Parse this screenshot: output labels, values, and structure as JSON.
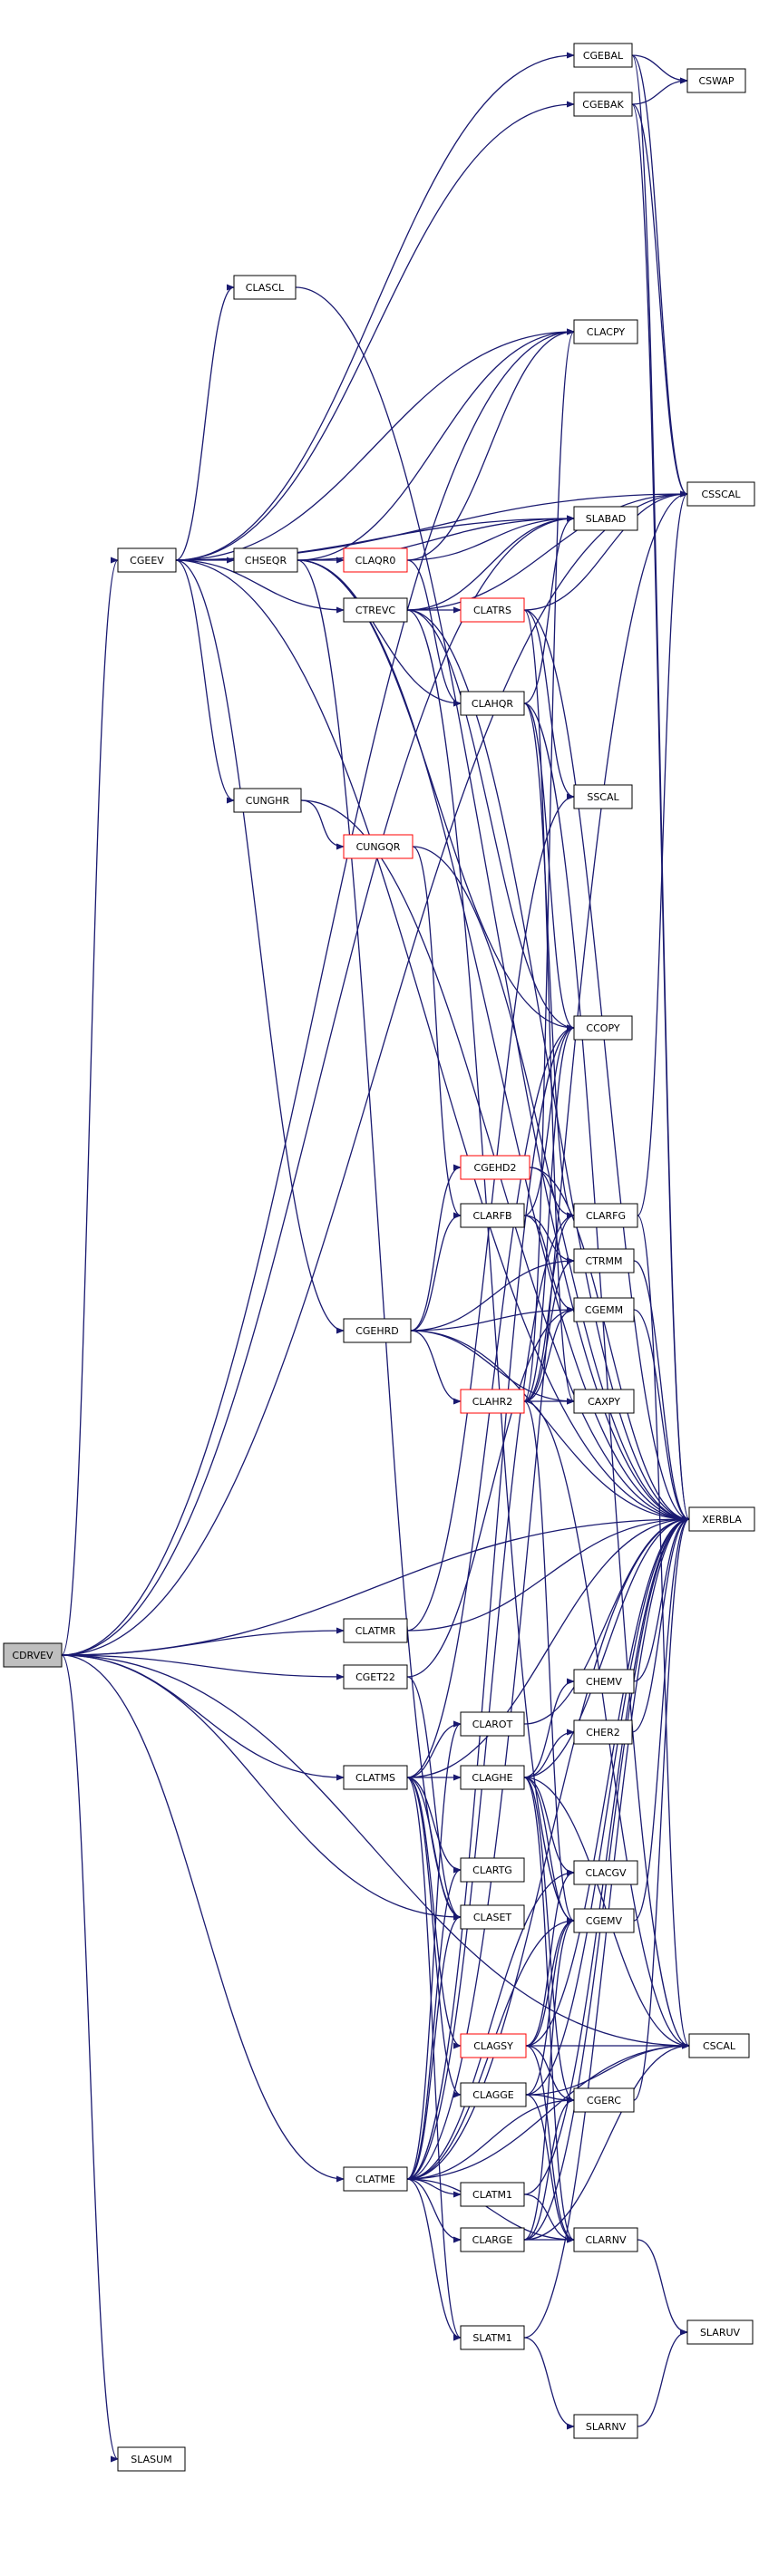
{
  "graph": {
    "root": "CDRVEV",
    "nodes": [
      {
        "id": "CDRVEV",
        "label": "CDRVEV",
        "style": "root"
      },
      {
        "id": "CGEEV",
        "label": "CGEEV"
      },
      {
        "id": "CGEBAL",
        "label": "CGEBAL"
      },
      {
        "id": "CSWAP",
        "label": "CSWAP"
      },
      {
        "id": "CGEBAK",
        "label": "CGEBAK"
      },
      {
        "id": "CLASCL",
        "label": "CLASCL"
      },
      {
        "id": "CLACPY",
        "label": "CLACPY"
      },
      {
        "id": "CSSCAL",
        "label": "CSSCAL"
      },
      {
        "id": "CHSEQR",
        "label": "CHSEQR"
      },
      {
        "id": "CLAQR0",
        "label": "CLAQR0",
        "style": "red"
      },
      {
        "id": "SLABAD",
        "label": "SLABAD"
      },
      {
        "id": "CTREVC",
        "label": "CTREVC"
      },
      {
        "id": "CLATRS",
        "label": "CLATRS",
        "style": "red"
      },
      {
        "id": "CLAHQR",
        "label": "CLAHQR"
      },
      {
        "id": "SSCAL",
        "label": "SSCAL"
      },
      {
        "id": "CUNGHR",
        "label": "CUNGHR"
      },
      {
        "id": "CUNGQR",
        "label": "CUNGQR",
        "style": "red"
      },
      {
        "id": "CCOPY",
        "label": "CCOPY"
      },
      {
        "id": "CGEHD2",
        "label": "CGEHD2",
        "style": "red"
      },
      {
        "id": "CLARFG",
        "label": "CLARFG"
      },
      {
        "id": "CLARFB",
        "label": "CLARFB"
      },
      {
        "id": "CTRMM",
        "label": "CTRMM"
      },
      {
        "id": "CGEHRD",
        "label": "CGEHRD"
      },
      {
        "id": "CGEMM",
        "label": "CGEMM"
      },
      {
        "id": "CLAHR2",
        "label": "CLAHR2",
        "style": "red"
      },
      {
        "id": "CAXPY",
        "label": "CAXPY"
      },
      {
        "id": "XERBLA",
        "label": "XERBLA"
      },
      {
        "id": "CLATMR",
        "label": "CLATMR"
      },
      {
        "id": "CGET22",
        "label": "CGET22"
      },
      {
        "id": "CHEMV",
        "label": "CHEMV"
      },
      {
        "id": "CLAROT",
        "label": "CLAROT"
      },
      {
        "id": "CHER2",
        "label": "CHER2"
      },
      {
        "id": "CLATMS",
        "label": "CLATMS"
      },
      {
        "id": "CLAGHE",
        "label": "CLAGHE"
      },
      {
        "id": "CLARTG",
        "label": "CLARTG"
      },
      {
        "id": "CLACGV",
        "label": "CLACGV"
      },
      {
        "id": "CLASET",
        "label": "CLASET"
      },
      {
        "id": "CGEMV",
        "label": "CGEMV"
      },
      {
        "id": "CLAGSY",
        "label": "CLAGSY",
        "style": "red"
      },
      {
        "id": "CSCAL",
        "label": "CSCAL"
      },
      {
        "id": "CLAGGE",
        "label": "CLAGGE"
      },
      {
        "id": "CGERC",
        "label": "CGERC"
      },
      {
        "id": "CLATME",
        "label": "CLATME"
      },
      {
        "id": "CLATM1",
        "label": "CLATM1"
      },
      {
        "id": "CLARGE",
        "label": "CLARGE"
      },
      {
        "id": "CLARNV",
        "label": "CLARNV"
      },
      {
        "id": "SLARUV",
        "label": "SLARUV"
      },
      {
        "id": "SLATM1",
        "label": "SLATM1"
      },
      {
        "id": "SLARNV",
        "label": "SLARNV"
      },
      {
        "id": "SLASUM",
        "label": "SLASUM"
      }
    ],
    "edges": [
      [
        "CDRVEV",
        "CGEEV"
      ],
      [
        "CDRVEV",
        "XERBLA"
      ],
      [
        "CDRVEV",
        "CLATMR"
      ],
      [
        "CDRVEV",
        "CGET22"
      ],
      [
        "CDRVEV",
        "CLATMS"
      ],
      [
        "CDRVEV",
        "CLASET"
      ],
      [
        "CDRVEV",
        "CLATME"
      ],
      [
        "CDRVEV",
        "SLASUM"
      ],
      [
        "CDRVEV",
        "CLACPY"
      ],
      [
        "CDRVEV",
        "SLABAD"
      ],
      [
        "CDRVEV",
        "CSSCAL"
      ],
      [
        "CDRVEV",
        "CSCAL"
      ],
      [
        "CGEEV",
        "CGEBAL"
      ],
      [
        "CGEEV",
        "CGEBAK"
      ],
      [
        "CGEEV",
        "CLASCL"
      ],
      [
        "CGEEV",
        "CLACPY"
      ],
      [
        "CGEEV",
        "CSSCAL"
      ],
      [
        "CGEEV",
        "SLABAD"
      ],
      [
        "CGEEV",
        "CHSEQR"
      ],
      [
        "CGEEV",
        "CTREVC"
      ],
      [
        "CGEEV",
        "CUNGHR"
      ],
      [
        "CGEEV",
        "CGEHRD"
      ],
      [
        "CGEEV",
        "XERBLA"
      ],
      [
        "CGEBAL",
        "CSWAP"
      ],
      [
        "CGEBAL",
        "CSSCAL"
      ],
      [
        "CGEBAL",
        "XERBLA"
      ],
      [
        "CGEBAK",
        "CSWAP"
      ],
      [
        "CGEBAK",
        "CSSCAL"
      ],
      [
        "CGEBAK",
        "XERBLA"
      ],
      [
        "CLASCL",
        "XERBLA"
      ],
      [
        "CHSEQR",
        "CLAQR0"
      ],
      [
        "CHSEQR",
        "CLACPY"
      ],
      [
        "CHSEQR",
        "CLAHQR"
      ],
      [
        "CHSEQR",
        "CCOPY"
      ],
      [
        "CHSEQR",
        "CLASET"
      ],
      [
        "CHSEQR",
        "XERBLA"
      ],
      [
        "CHSEQR",
        "SLABAD"
      ],
      [
        "CLAQR0",
        "CLACPY"
      ],
      [
        "CLAQR0",
        "CLAHQR"
      ],
      [
        "CLAQR0",
        "SLABAD"
      ],
      [
        "CTREVC",
        "CLATRS"
      ],
      [
        "CTREVC",
        "CCOPY"
      ],
      [
        "CTREVC",
        "CSSCAL"
      ],
      [
        "CTREVC",
        "SLABAD"
      ],
      [
        "CTREVC",
        "CGEMV"
      ],
      [
        "CTREVC",
        "XERBLA"
      ],
      [
        "CLATRS",
        "CSSCAL"
      ],
      [
        "CLATRS",
        "SSCAL"
      ],
      [
        "CLATRS",
        "CAXPY"
      ],
      [
        "CLATRS",
        "XERBLA"
      ],
      [
        "CLAHQR",
        "CLARFG"
      ],
      [
        "CLAHQR",
        "CCOPY"
      ],
      [
        "CLAHQR",
        "SLABAD"
      ],
      [
        "CLAHQR",
        "CSCAL"
      ],
      [
        "CUNGHR",
        "CUNGQR"
      ],
      [
        "CUNGHR",
        "XERBLA"
      ],
      [
        "CUNGQR",
        "CLARFB"
      ],
      [
        "CUNGQR",
        "XERBLA"
      ],
      [
        "CGEHRD",
        "CGEHD2"
      ],
      [
        "CGEHRD",
        "CLARFB"
      ],
      [
        "CGEHRD",
        "CLAHR2"
      ],
      [
        "CGEHRD",
        "CGEMM"
      ],
      [
        "CGEHRD",
        "CTRMM"
      ],
      [
        "CGEHRD",
        "CAXPY"
      ],
      [
        "CGEHRD",
        "XERBLA"
      ],
      [
        "CGEHD2",
        "CLARFG"
      ],
      [
        "CGEHD2",
        "XERBLA"
      ],
      [
        "CLARFB",
        "CTRMM"
      ],
      [
        "CLARFB",
        "CGEMM"
      ],
      [
        "CLARFB",
        "CCOPY"
      ],
      [
        "CLAHR2",
        "CLARFG"
      ],
      [
        "CLAHR2",
        "CGEMM"
      ],
      [
        "CLAHR2",
        "CTRMM"
      ],
      [
        "CLAHR2",
        "CAXPY"
      ],
      [
        "CLAHR2",
        "CCOPY"
      ],
      [
        "CLAHR2",
        "CGEMV"
      ],
      [
        "CLAHR2",
        "CSCAL"
      ],
      [
        "CLAHR2",
        "CLACPY"
      ],
      [
        "CLARFG",
        "CSSCAL"
      ],
      [
        "CLARFG",
        "CSCAL"
      ],
      [
        "CTRMM",
        "XERBLA"
      ],
      [
        "CGEMM",
        "XERBLA"
      ],
      [
        "CLATMR",
        "XERBLA"
      ],
      [
        "CLATMR",
        "SSCAL"
      ],
      [
        "CGET22",
        "CGEMM"
      ],
      [
        "CGET22",
        "CLASET"
      ],
      [
        "CHEMV",
        "XERBLA"
      ],
      [
        "CHER2",
        "XERBLA"
      ],
      [
        "CLAROT",
        "XERBLA"
      ],
      [
        "CLATMS",
        "CLAGHE"
      ],
      [
        "CLATMS",
        "CLAROT"
      ],
      [
        "CLATMS",
        "CLARTG"
      ],
      [
        "CLATMS",
        "CLASET"
      ],
      [
        "CLATMS",
        "CLAGSY"
      ],
      [
        "CLATMS",
        "CLAGGE"
      ],
      [
        "CLATMS",
        "SLATM1"
      ],
      [
        "CLATMS",
        "XERBLA"
      ],
      [
        "CLATMS",
        "CCOPY"
      ],
      [
        "CLAGHE",
        "CHEMV"
      ],
      [
        "CLAGHE",
        "CHER2"
      ],
      [
        "CLAGHE",
        "CLACGV"
      ],
      [
        "CLAGHE",
        "CGEMV"
      ],
      [
        "CLAGHE",
        "CGERC"
      ],
      [
        "CLAGHE",
        "CLARNV"
      ],
      [
        "CLAGHE",
        "CSCAL"
      ],
      [
        "CLAGHE",
        "XERBLA"
      ],
      [
        "CLAGSY",
        "CLACGV"
      ],
      [
        "CLAGSY",
        "CGEMV"
      ],
      [
        "CLAGSY",
        "CGERC"
      ],
      [
        "CLAGSY",
        "CSCAL"
      ],
      [
        "CLAGSY",
        "CLARNV"
      ],
      [
        "CLAGSY",
        "XERBLA"
      ],
      [
        "CLAGGE",
        "CGEMV"
      ],
      [
        "CLAGGE",
        "CGERC"
      ],
      [
        "CLAGGE",
        "CLARNV"
      ],
      [
        "CLAGGE",
        "CSCAL"
      ],
      [
        "CLAGGE",
        "XERBLA"
      ],
      [
        "CGEMV",
        "XERBLA"
      ],
      [
        "CGERC",
        "XERBLA"
      ],
      [
        "CLATME",
        "CLATM1"
      ],
      [
        "CLATME",
        "CLARGE"
      ],
      [
        "CLATME",
        "CLARNV"
      ],
      [
        "CLATME",
        "SLATM1"
      ],
      [
        "CLATME",
        "CLASET"
      ],
      [
        "CLATME",
        "CGERC"
      ],
      [
        "CLATME",
        "CGEMV"
      ],
      [
        "CLATME",
        "CSCAL"
      ],
      [
        "CLATME",
        "CCOPY"
      ],
      [
        "CLATME",
        "CLARFG"
      ],
      [
        "CLATME",
        "XERBLA"
      ],
      [
        "CLATME",
        "CLACGV"
      ],
      [
        "CLATME",
        "CLARTG"
      ],
      [
        "CLATME",
        "CLAROT"
      ],
      [
        "CLATME",
        "CSSCAL"
      ],
      [
        "CLATM1",
        "CLARNV"
      ],
      [
        "CLATM1",
        "XERBLA"
      ],
      [
        "CLARGE",
        "CLARNV"
      ],
      [
        "CLARGE",
        "CGERC"
      ],
      [
        "CLARGE",
        "CGEMV"
      ],
      [
        "CLARGE",
        "CSCAL"
      ],
      [
        "CLARGE",
        "XERBLA"
      ],
      [
        "CLARNV",
        "SLARUV"
      ],
      [
        "SLATM1",
        "SLARNV"
      ],
      [
        "SLATM1",
        "XERBLA"
      ],
      [
        "SLARNV",
        "SLARUV"
      ]
    ]
  }
}
